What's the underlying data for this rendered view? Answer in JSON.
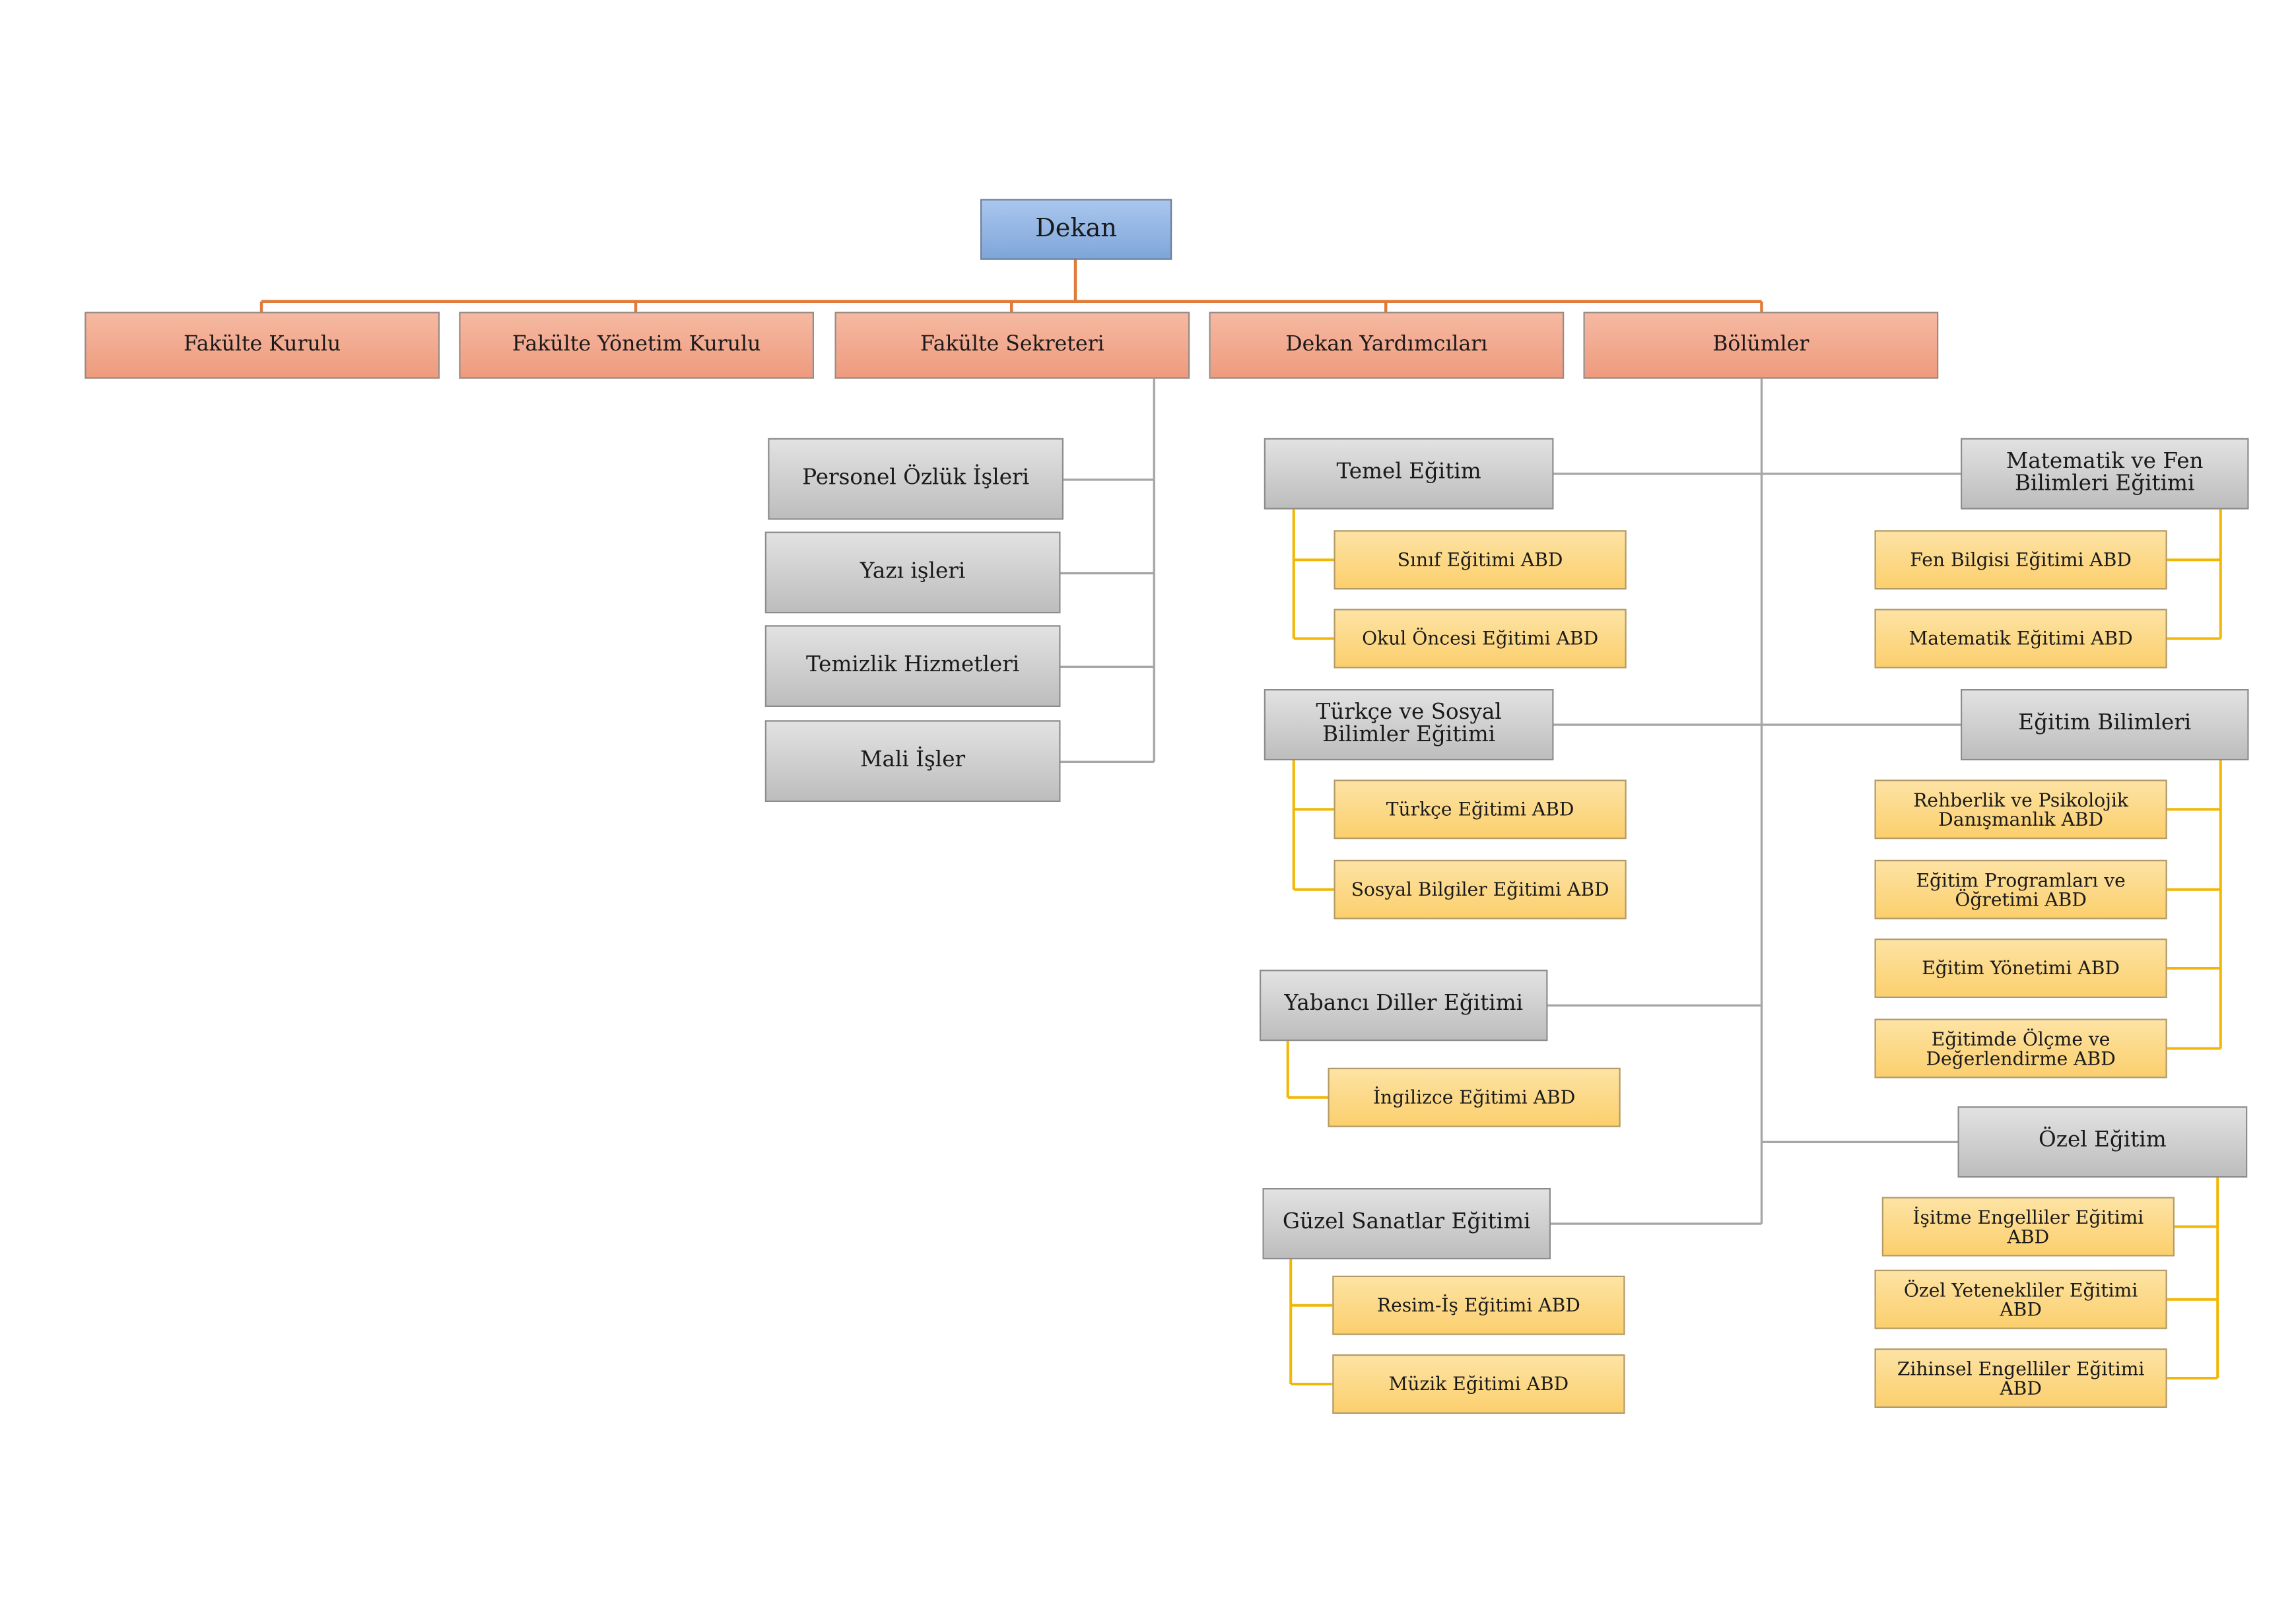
{
  "dean": "Dekan",
  "level1": [
    "Fakülte Kurulu",
    "Fakülte Yönetim Kurulu",
    "Fakülte Sekreteri",
    "Dekan Yardımcıları",
    "Bölümler"
  ],
  "secretary_units": [
    "Personel Özlük İşleri",
    "Yazı işleri",
    "Temizlik Hizmetleri",
    "Mali İşler"
  ],
  "departments": {
    "temel": {
      "name": "Temel Eğitim",
      "abd": [
        "Sınıf Eğitimi ABD",
        "Okul Öncesi Eğitimi ABD"
      ]
    },
    "turkce": {
      "name": "Türkçe ve Sosyal Bilimler Eğitimi",
      "abd": [
        "Türkçe Eğitimi ABD",
        "Sosyal Bilgiler Eğitimi ABD"
      ]
    },
    "yabanci": {
      "name": "Yabancı Diller Eğitimi",
      "abd": [
        "İngilizce Eğitimi ABD"
      ]
    },
    "guzel": {
      "name": "Güzel Sanatlar Eğitimi",
      "abd": [
        "Resim-İş Eğitimi ABD",
        "Müzik Eğitimi ABD"
      ]
    },
    "matfen": {
      "name": "Matematik ve Fen Bilimleri Eğitimi",
      "abd": [
        "Fen Bilgisi Eğitimi ABD",
        "Matematik Eğitimi ABD"
      ]
    },
    "egitim": {
      "name": "Eğitim Bilimleri",
      "abd": [
        "Rehberlik ve Psikolojik Danışmanlık ABD",
        "Eğitim Programları ve Öğretimi ABD",
        "Eğitim Yönetimi ABD",
        "Eğitimde Ölçme ve Değerlendirme ABD"
      ]
    },
    "ozel": {
      "name": "Özel Eğitim",
      "abd": [
        "İşitme Engelliler Eğitimi ABD",
        "Özel Yetenekliler Eğitimi ABD",
        "Zihinsel Engelliler Eğitimi ABD"
      ]
    }
  },
  "colors": {
    "dean": "#8fb3e3",
    "level1": "#f2a88c",
    "grey": "#cfcfcf",
    "abd": "#fcd889",
    "orange_line": "#e07b39",
    "grey_line": "#a6a6a6",
    "yellow_line": "#f2b705"
  }
}
